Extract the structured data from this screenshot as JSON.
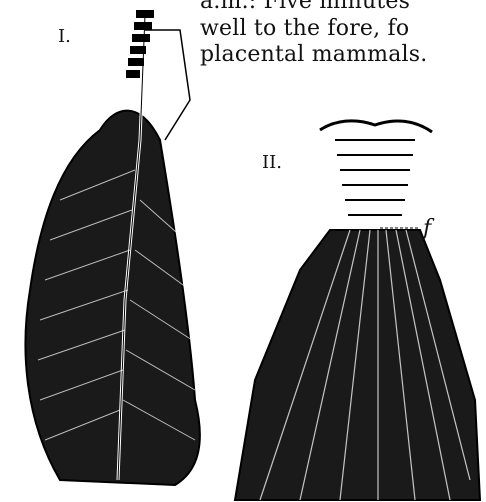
{
  "text": {
    "line1": "a.m.: Five minutes",
    "line2": "well to the fore, fo",
    "line3": "placental mammals."
  },
  "figure1": {
    "label": "I."
  },
  "figure2": {
    "label": "II.",
    "annotation": "f"
  }
}
